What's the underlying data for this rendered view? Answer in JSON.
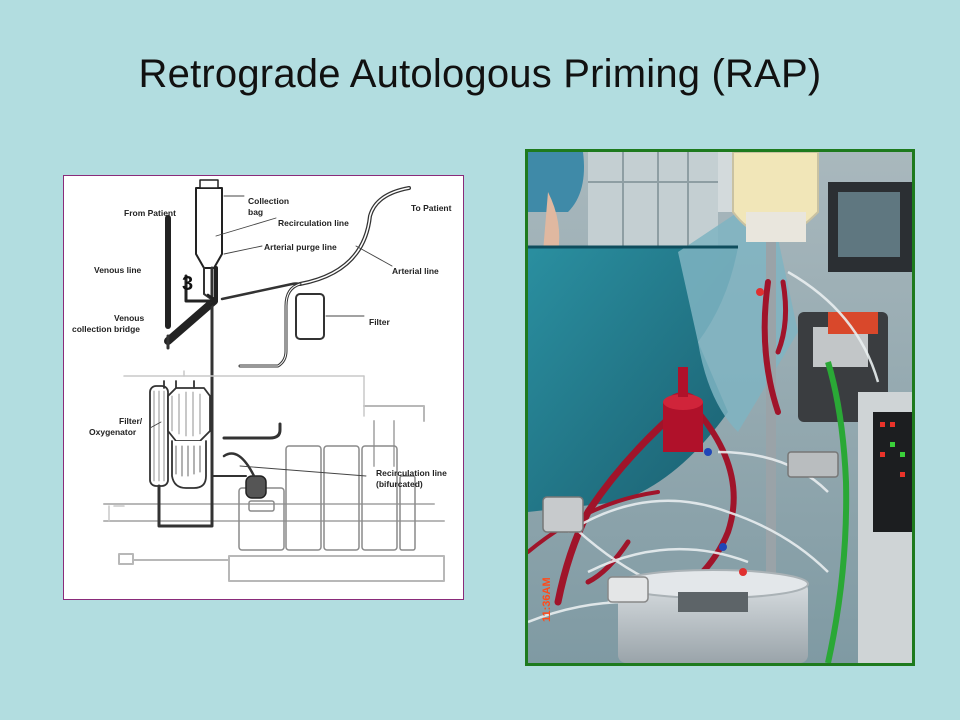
{
  "slide": {
    "title": "Retrograde Autologous Priming (RAP)"
  },
  "diagram": {
    "step_number": "3",
    "labels": {
      "from_patient": "From Patient",
      "venous_line": "Venous line",
      "venous_bridge_1": "Venous",
      "venous_bridge_2": "collection bridge",
      "filter_oxygenator_1": "Filter/",
      "filter_oxygenator_2": "Oxygenator",
      "collection_bag_1": "Collection",
      "collection_bag_2": "bag",
      "recirculation_line": "Recirculation line",
      "arterial_purge_line": "Arterial purge line",
      "to_patient": "To Patient",
      "arterial_line": "Arterial line",
      "filter": "Filter",
      "recirc_bifurcated_1": "Recirculation line",
      "recirc_bifurcated_2": "(bifurcated)"
    }
  },
  "photo": {
    "timestamp": "11:36AM"
  },
  "colors": {
    "background": "#b2dde0",
    "diagram_border": "#8a2b7a",
    "photo_border": "#1e7a1e",
    "timestamp": "#ff4a1a"
  }
}
